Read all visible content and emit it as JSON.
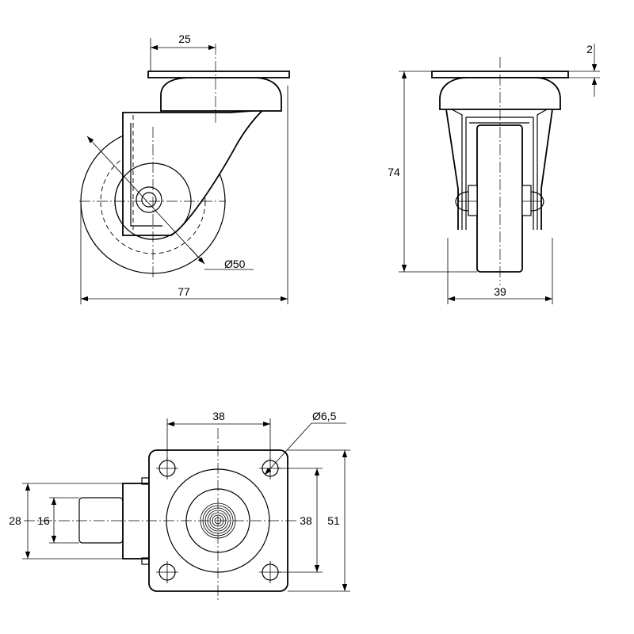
{
  "dimensions": {
    "plate_offset": "25",
    "wheel_diameter": "Ø50",
    "overall_width_side": "77",
    "plate_thickness": "2",
    "overall_height": "74",
    "front_width": "39",
    "hole_spacing_x": "38",
    "hole_diameter": "Ø6,5",
    "hole_spacing_y": "38",
    "plate_size": "51",
    "fork_width": "28",
    "wheel_width": "16"
  },
  "colors": {
    "line": "#000000",
    "background": "#ffffff"
  }
}
